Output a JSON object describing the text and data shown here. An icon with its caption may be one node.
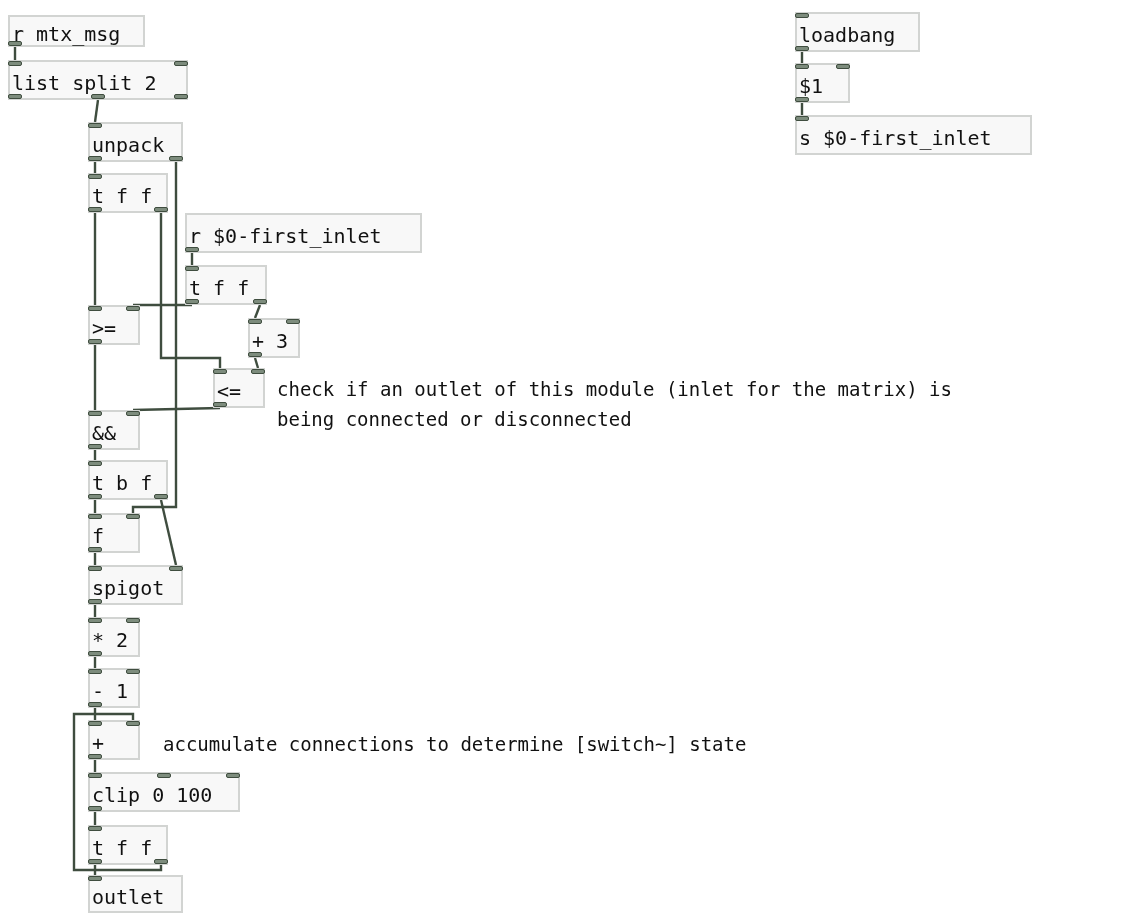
{
  "diagram": {
    "nodes": [
      {
        "text": [
          "r mtx_msg"
        ]
      },
      {
        "text": [
          "list split 2"
        ]
      },
      {
        "text": [
          "unpack"
        ]
      },
      {
        "text": [
          "t f f"
        ]
      },
      {
        "text": [
          "r $0-first_inlet"
        ]
      },
      {
        "text": [
          "t f f"
        ]
      },
      {
        "text": [
          ">="
        ]
      },
      {
        "text": [
          "+ 3"
        ]
      },
      {
        "text": [
          "<="
        ]
      },
      {
        "text": [
          "&&"
        ]
      },
      {
        "text": [
          "t b f"
        ]
      },
      {
        "text": [
          "f"
        ]
      },
      {
        "text": [
          "spigot"
        ]
      },
      {
        "text": [
          "* 2"
        ]
      },
      {
        "text": [
          "- 1"
        ]
      },
      {
        "text": [
          "+"
        ]
      },
      {
        "text": [
          "clip 0 100"
        ]
      },
      {
        "text": [
          "t f f"
        ]
      },
      {
        "text": [
          "outlet"
        ]
      },
      {
        "text": [
          "loadbang"
        ]
      },
      {
        "text": [
          "$1"
        ]
      },
      {
        "text": [
          "s $0-first_inlet"
        ]
      }
    ],
    "edges": [
      {
        "from": 0,
        "to": 1,
        "arrow": "none"
      },
      {
        "from": 1,
        "to": 2,
        "arrow": "none"
      },
      {
        "from": 2,
        "to": 3,
        "arrow": "none"
      },
      {
        "from": 2,
        "to": 11,
        "arrow": "none"
      },
      {
        "from": 3,
        "to": 6,
        "arrow": "none"
      },
      {
        "from": 3,
        "to": 8,
        "arrow": "none"
      },
      {
        "from": 4,
        "to": 5,
        "arrow": "none"
      },
      {
        "from": 5,
        "to": 6,
        "arrow": "none"
      },
      {
        "from": 5,
        "to": 7,
        "arrow": "none"
      },
      {
        "from": 7,
        "to": 8,
        "arrow": "none"
      },
      {
        "from": 6,
        "to": 9,
        "arrow": "none"
      },
      {
        "from": 8,
        "to": 9,
        "arrow": "none"
      },
      {
        "from": 9,
        "to": 10,
        "arrow": "none"
      },
      {
        "from": 10,
        "to": 11,
        "arrow": "none"
      },
      {
        "from": 10,
        "to": 12,
        "arrow": "none"
      },
      {
        "from": 11,
        "to": 12,
        "arrow": "none"
      },
      {
        "from": 12,
        "to": 13,
        "arrow": "none"
      },
      {
        "from": 13,
        "to": 14,
        "arrow": "none"
      },
      {
        "from": 14,
        "to": 15,
        "arrow": "none"
      },
      {
        "from": 15,
        "to": 16,
        "arrow": "none"
      },
      {
        "from": 16,
        "to": 17,
        "arrow": "none"
      },
      {
        "from": 17,
        "to": 15,
        "arrow": "none"
      },
      {
        "from": 17,
        "to": 18,
        "arrow": "none"
      },
      {
        "from": 19,
        "to": 20,
        "arrow": "none"
      },
      {
        "from": 20,
        "to": 21,
        "arrow": "none"
      }
    ],
    "labels": [
      "check if an outlet of this module (inlet for the matrix) is being connected or disconnected",
      "accumulate connections to determine [switch~] state"
    ]
  }
}
